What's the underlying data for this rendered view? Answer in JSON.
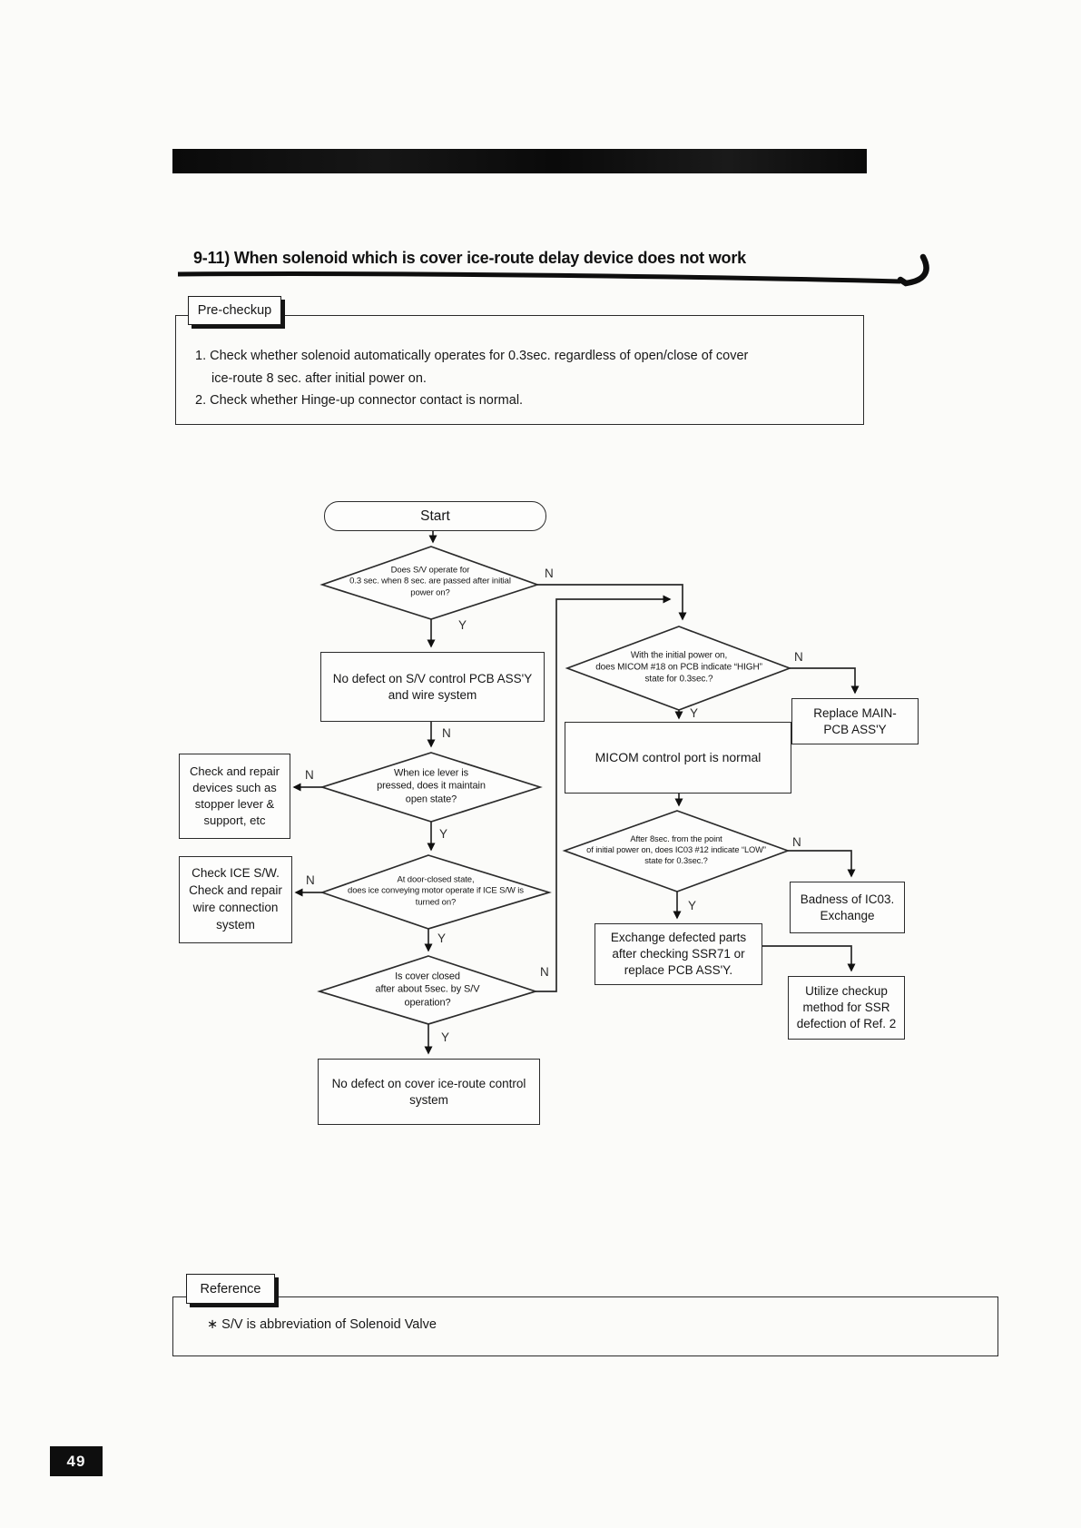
{
  "page": {
    "number": "49",
    "title": "9-11) When solenoid which is cover ice-route delay device does not work"
  },
  "pre_checkup": {
    "tab_label": "Pre-checkup",
    "items": [
      "1. Check whether solenoid  automatically operates  for 0.3sec. regardless of open/close of  cover\nice-route 8 sec. after  initial power on.",
      "2. Check whether Hinge-up connector contact is normal."
    ]
  },
  "reference": {
    "tab_label": "Reference",
    "note": "∗ S/V is  abbreviation of Solenoid Valve"
  },
  "labels": {
    "yes": "Y",
    "no": "N"
  },
  "flowchart": {
    "start": "Start",
    "d_sv_operate": "Does S/V operate for\n0.3 sec. when 8 sec. are passed after initial\npower on?",
    "no_defect_sv": "No defect on S/V control PCB ASS'Y\nand wire system",
    "d_ice_lever": "When ice lever is\npressed, does it maintain\nopen state?",
    "check_stopper": "Check and repair\ndevices such as\nstopper lever &\nsupport, etc",
    "d_door_closed": "At door-closed state,\ndoes ice conveying  motor operate if ICE S/W is\nturned on?",
    "check_ice_sw": "Check  ICE S/W.\nCheck and repair\nwire connection\nsystem",
    "d_cover_closed": "Is  cover closed\nafter about 5sec. by  S/V\noperation?",
    "no_defect_cover": "No defect on cover ice-route control\nsystem",
    "d_micom18": "With the initial power on,\ndoes MICOM #18 on PCB indicate “HIGH”\nstate for 0.3sec.?",
    "micom_normal": "MICOM control port is normal",
    "replace_main": "Replace  MAIN-\nPCB ASS'Y",
    "d_ic03": "After 8sec. from the point\nof initial power on,  does IC03 #12 indicate “LOW”\nstate for 0.3sec.?",
    "badness_ic03": "Badness of IC03.\nExchange",
    "exchange_parts": "Exchange defected parts\nafter checking SSR71 or\nreplace PCB ASS'Y.",
    "utilize_checkup": "Utilize checkup\nmethod for SSR\ndefection of Ref. 2"
  }
}
